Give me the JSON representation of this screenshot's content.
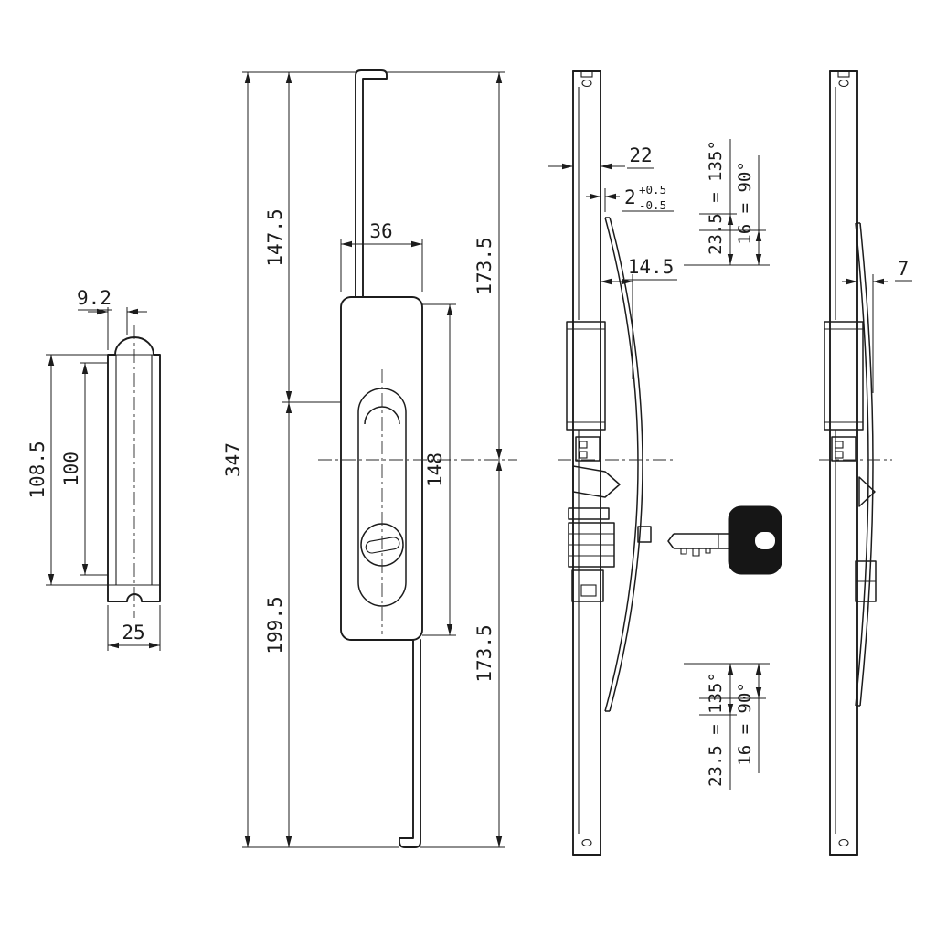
{
  "drawing": {
    "background": "#ffffff",
    "line_color": "#1c1c1c",
    "views": {
      "plate": {
        "dim_width_top": "9.2",
        "dim_height_outer": "108.5",
        "dim_height_inner": "100",
        "dim_width_bottom": "25"
      },
      "front": {
        "dim_rod_top": "147.5",
        "dim_body_width": "36",
        "dim_overall_height": "347",
        "dim_rod_bottom": "199.5",
        "dim_upper_half": "173.5",
        "dim_body_slot": "148",
        "dim_lower_half": "173.5"
      },
      "side": {
        "dim_bar_depth": "22",
        "dim_gap_nominal": "2",
        "dim_gap_tol_plus": "+0.5",
        "dim_gap_tol_minus": "-0.5",
        "dim_offset": "14.5",
        "dim_throw_upper_a": "23.5 = 135°",
        "dim_throw_upper_b": "16 = 90°",
        "dim_throw_lower_a": "23.5 = 135°",
        "dim_throw_lower_b": "16 = 90°"
      },
      "back": {
        "dim_spring_offset": "7"
      }
    }
  }
}
